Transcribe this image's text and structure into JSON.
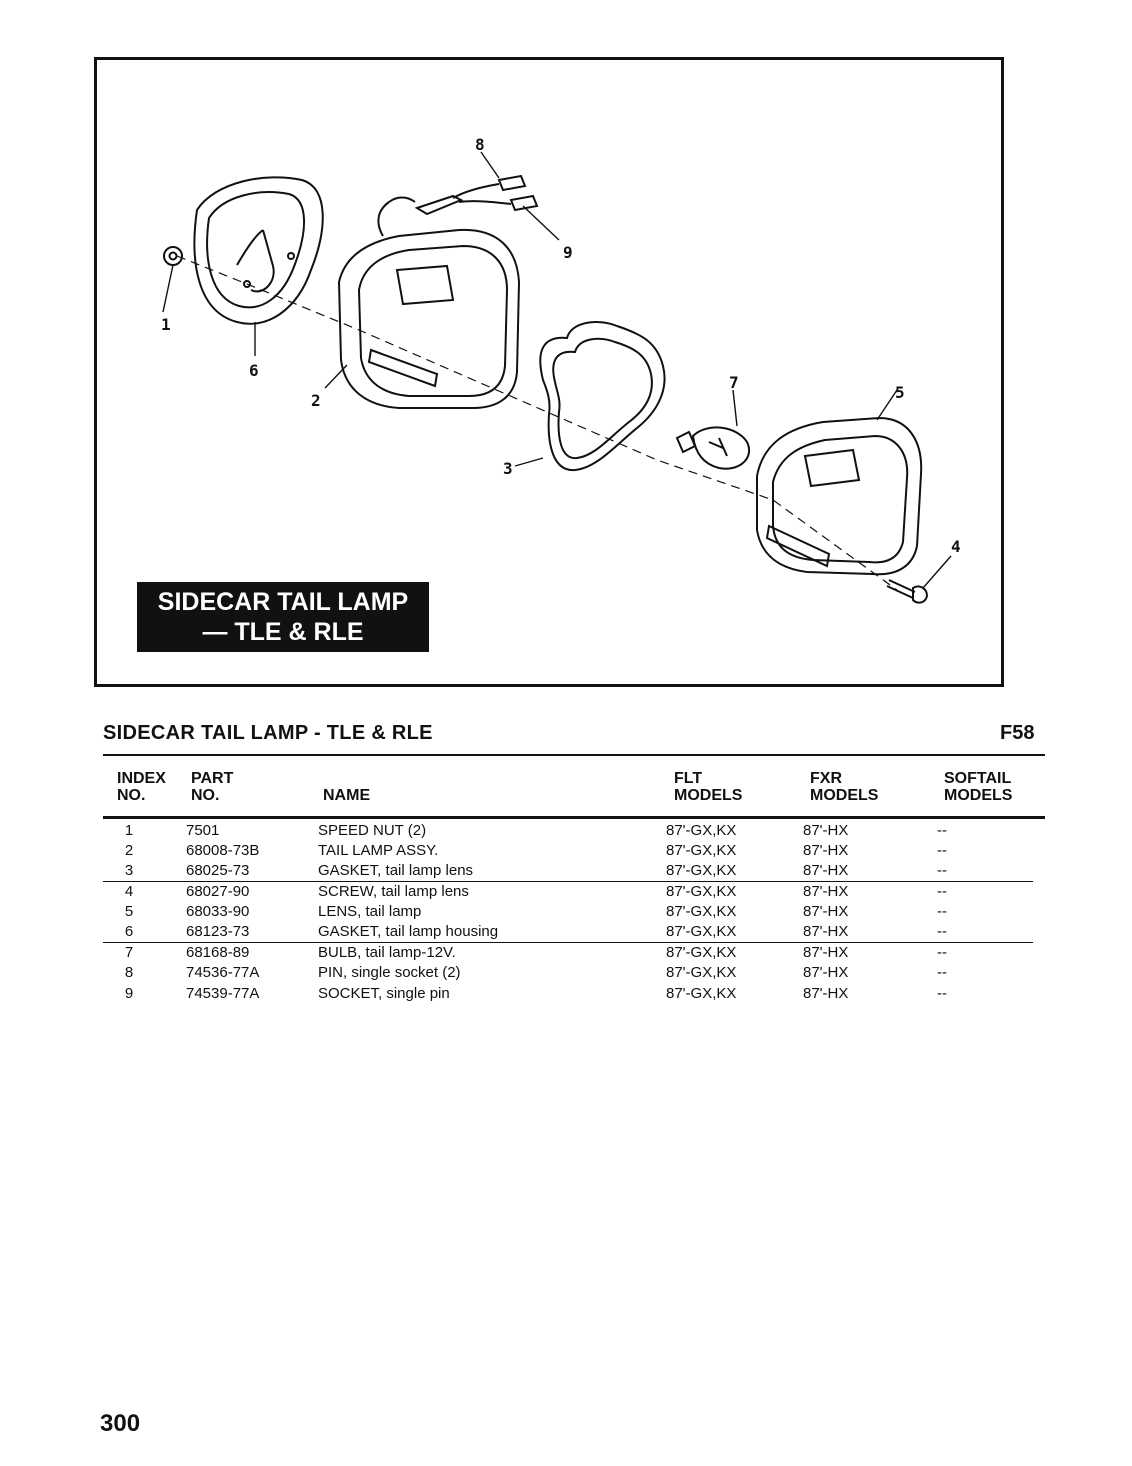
{
  "figure": {
    "title_line1": "SIDECAR TAIL LAMP",
    "title_line2": "— TLE & RLE",
    "callouts": [
      "1",
      "2",
      "3",
      "4",
      "5",
      "6",
      "7",
      "8",
      "9"
    ]
  },
  "section": {
    "title": "SIDECAR TAIL LAMP - TLE & RLE",
    "figure_code": "F58"
  },
  "table": {
    "headers": {
      "index": [
        "INDEX",
        "NO."
      ],
      "part": [
        "PART",
        "NO."
      ],
      "name": [
        "",
        "NAME"
      ],
      "flt": [
        "FLT",
        "MODELS"
      ],
      "fxr": [
        "FXR",
        "MODELS"
      ],
      "softail": [
        "SOFTAIL",
        "MODELS"
      ]
    },
    "rows": [
      {
        "index": "1",
        "part": "7501",
        "name": "SPEED NUT (2)",
        "flt": "87'-GX,KX",
        "fxr": "87'-HX",
        "softail": "--"
      },
      {
        "index": "2",
        "part": "68008-73B",
        "name": "TAIL LAMP ASSY.",
        "flt": "87'-GX,KX",
        "fxr": "87'-HX",
        "softail": "--"
      },
      {
        "index": "3",
        "part": "68025-73",
        "name": "GASKET, tail lamp lens",
        "flt": "87'-GX,KX",
        "fxr": "87'-HX",
        "softail": "--"
      },
      {
        "index": "4",
        "part": "68027-90",
        "name": "SCREW, tail lamp lens",
        "flt": "87'-GX,KX",
        "fxr": "87'-HX",
        "softail": "--"
      },
      {
        "index": "5",
        "part": "68033-90",
        "name": "LENS, tail lamp",
        "flt": "87'-GX,KX",
        "fxr": "87'-HX",
        "softail": "--"
      },
      {
        "index": "6",
        "part": "68123-73",
        "name": "GASKET, tail lamp housing",
        "flt": "87'-GX,KX",
        "fxr": "87'-HX",
        "softail": "--"
      },
      {
        "index": "7",
        "part": "68168-89",
        "name": "BULB, tail lamp-12V.",
        "flt": "87'-GX,KX",
        "fxr": "87'-HX",
        "softail": "--"
      },
      {
        "index": "8",
        "part": "74536-77A",
        "name": "PIN, single socket (2)",
        "flt": "87'-GX,KX",
        "fxr": "87'-HX",
        "softail": "--"
      },
      {
        "index": "9",
        "part": "74539-77A",
        "name": "SOCKET, single pin",
        "flt": "87'-GX,KX",
        "fxr": "87'-HX",
        "softail": "--"
      }
    ]
  },
  "page_number": "300"
}
